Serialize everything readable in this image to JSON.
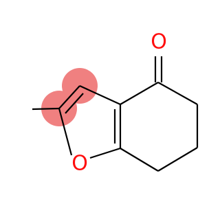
{
  "molecule": {
    "atoms": [
      {
        "id": "O_carbonyl",
        "element": "O",
        "label": "O",
        "label_color": "#ff0d0d"
      },
      {
        "id": "O_ring",
        "element": "O",
        "label": "O",
        "label_color": "#ff0d0d"
      },
      {
        "id": "C_methyl",
        "element": "C"
      },
      {
        "id": "C2",
        "element": "C",
        "highlighted": true
      },
      {
        "id": "C3",
        "element": "C",
        "highlighted": true
      },
      {
        "id": "C3a",
        "element": "C"
      },
      {
        "id": "C4",
        "element": "C"
      },
      {
        "id": "C5",
        "element": "C"
      },
      {
        "id": "C6",
        "element": "C"
      },
      {
        "id": "C7",
        "element": "C"
      },
      {
        "id": "C7a",
        "element": "C"
      }
    ],
    "bond_color": "#000000",
    "highlight_color": "#f08080"
  }
}
